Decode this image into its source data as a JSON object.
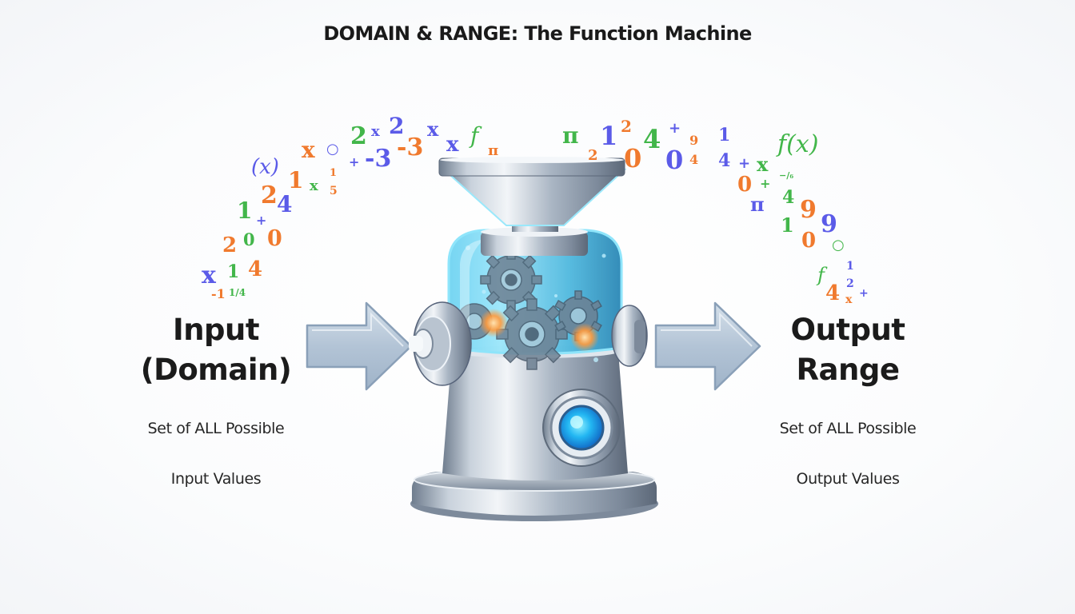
{
  "title": "DOMAIN & RANGE: The Function Machine",
  "input": {
    "heading_line1": "Input",
    "heading_line2": "(Domain)",
    "desc_line1": "Set of ALL Possible",
    "desc_line2": "Input Values"
  },
  "output": {
    "heading_line1": "Output",
    "heading_line2": "Range",
    "desc_line1": "Set of ALL Possible",
    "desc_line2": "Output Values"
  },
  "colors": {
    "orange": "#f07a2e",
    "green": "#42b64a",
    "blue": "#5b5be8",
    "arrow_fill": "#b5c6d8",
    "glass": "#5cc8e8",
    "button_glow": "#1fa8f0"
  },
  "icons": {
    "input_arrow": "arrow-right-icon",
    "output_arrow": "arrow-right-icon",
    "machine": "function-machine-icon",
    "gears": "gears-icon",
    "button": "power-button-icon"
  },
  "input_symbols": [
    {
      "text": "x",
      "color": "blue"
    },
    {
      "text": "1",
      "color": "green"
    },
    {
      "text": "4",
      "color": "orange"
    },
    {
      "text": "-1",
      "color": "orange"
    },
    {
      "text": "1/4",
      "color": "green"
    },
    {
      "text": "2",
      "color": "orange"
    },
    {
      "text": "0",
      "color": "green"
    },
    {
      "text": "0",
      "color": "orange"
    },
    {
      "text": "1",
      "color": "green"
    },
    {
      "text": "+",
      "color": "blue"
    },
    {
      "text": "2",
      "color": "orange"
    },
    {
      "text": "4",
      "color": "blue"
    },
    {
      "text": "(x)",
      "color": "blue"
    },
    {
      "text": "1",
      "color": "orange"
    },
    {
      "text": "x",
      "color": "green"
    },
    {
      "text": "1",
      "color": "orange"
    },
    {
      "text": "5",
      "color": "orange"
    },
    {
      "text": "x",
      "color": "orange"
    },
    {
      "text": "○",
      "color": "blue"
    },
    {
      "text": "2",
      "color": "green"
    },
    {
      "text": "+",
      "color": "blue"
    },
    {
      "text": "x",
      "color": "blue"
    },
    {
      "text": "2",
      "color": "blue"
    },
    {
      "text": "-3",
      "color": "blue"
    },
    {
      "text": "-3",
      "color": "orange"
    },
    {
      "text": "x",
      "color": "blue"
    },
    {
      "text": "x",
      "color": "blue"
    },
    {
      "text": "f",
      "color": "green"
    },
    {
      "text": "π",
      "color": "orange"
    }
  ],
  "output_symbols": [
    {
      "text": "π",
      "color": "green"
    },
    {
      "text": "2",
      "color": "orange"
    },
    {
      "text": "1",
      "color": "blue"
    },
    {
      "text": "2",
      "color": "orange"
    },
    {
      "text": "0",
      "color": "orange"
    },
    {
      "text": "4",
      "color": "green"
    },
    {
      "text": "+",
      "color": "blue"
    },
    {
      "text": "0",
      "color": "blue"
    },
    {
      "text": "9",
      "color": "orange"
    },
    {
      "text": "4",
      "color": "orange"
    },
    {
      "text": "1",
      "color": "blue"
    },
    {
      "text": "4",
      "color": "blue"
    },
    {
      "text": "+",
      "color": "blue"
    },
    {
      "text": "x",
      "color": "green"
    },
    {
      "text": "f(x)",
      "color": "green"
    },
    {
      "text": "0",
      "color": "orange"
    },
    {
      "text": "+",
      "color": "green"
    },
    {
      "text": "π",
      "color": "blue"
    },
    {
      "text": "−/₆",
      "color": "green"
    },
    {
      "text": "4",
      "color": "green"
    },
    {
      "text": "9",
      "color": "orange"
    },
    {
      "text": "1",
      "color": "green"
    },
    {
      "text": "9",
      "color": "blue"
    },
    {
      "text": "0",
      "color": "orange"
    },
    {
      "text": "○",
      "color": "green"
    },
    {
      "text": "f",
      "color": "green"
    },
    {
      "text": "1",
      "color": "blue"
    },
    {
      "text": "2",
      "color": "blue"
    },
    {
      "text": "4",
      "color": "orange"
    },
    {
      "text": "x",
      "color": "orange"
    },
    {
      "text": "+",
      "color": "blue"
    }
  ]
}
